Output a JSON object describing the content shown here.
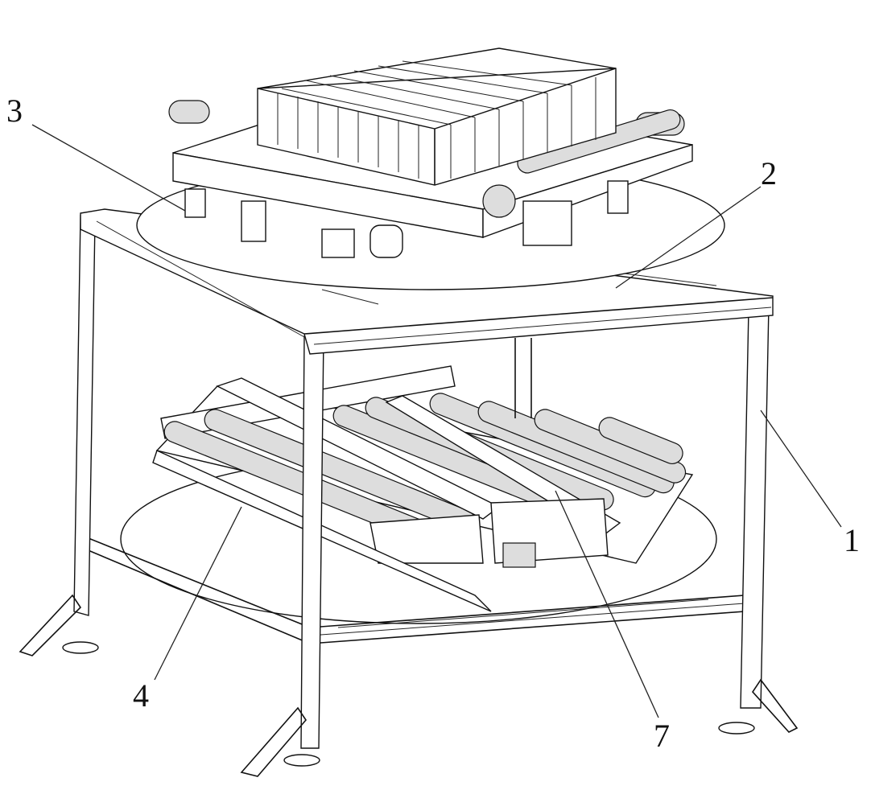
{
  "figure": {
    "labels": [
      {
        "id": "1",
        "text": "1"
      },
      {
        "id": "2",
        "text": "2"
      },
      {
        "id": "3",
        "text": "3"
      },
      {
        "id": "4",
        "text": "4"
      },
      {
        "id": "7",
        "text": "7"
      }
    ]
  }
}
